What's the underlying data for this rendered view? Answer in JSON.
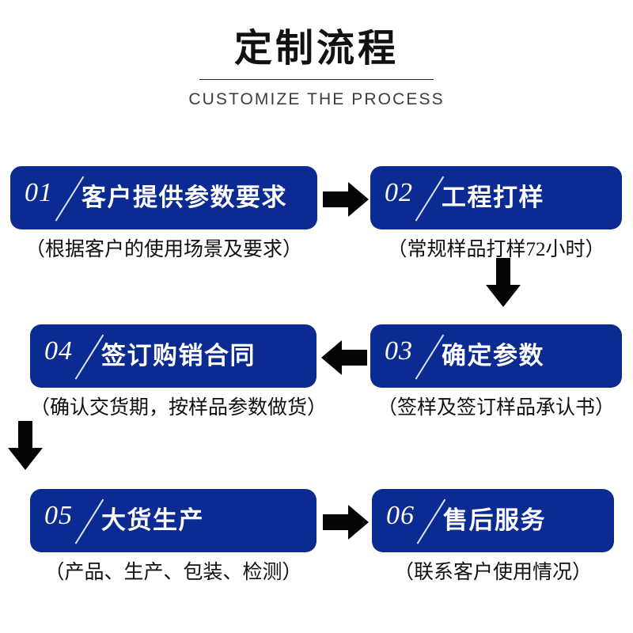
{
  "header": {
    "title": "定制流程",
    "subtitle": "CUSTOMIZE THE PROCESS"
  },
  "theme": {
    "box_blue": "#0b2a92",
    "arrow_black": "#050505",
    "text_dark": "#111111",
    "text_white": "#ffffff",
    "background": "#ffffff"
  },
  "flow": {
    "rows": [
      {
        "steps": [
          {
            "number": "01",
            "title": "客户提供参数要求",
            "caption": "（根据客户的使用场景及要求）"
          },
          {
            "number": "02",
            "title": "工程打样",
            "caption": "（常规样品打样72小时）"
          }
        ],
        "connector": {
          "icon": "arrow-right-icon",
          "direction": "right"
        }
      },
      {
        "steps": [
          {
            "number": "04",
            "title": "签订购销合同",
            "caption": "（确认交货期，按样品参数做货）"
          },
          {
            "number": "03",
            "title": "确定参数",
            "caption": "（签样及签订样品承认书）"
          }
        ],
        "connector": {
          "icon": "arrow-left-icon",
          "direction": "left"
        }
      },
      {
        "steps": [
          {
            "number": "05",
            "title": "大货生产",
            "caption": "（产品、生产、包装、检测）"
          },
          {
            "number": "06",
            "title": "售后服务",
            "caption": "（联系客户使用情况）"
          }
        ],
        "connector": {
          "icon": "arrow-right-icon",
          "direction": "right"
        }
      }
    ],
    "vertical_connectors": [
      {
        "icon": "arrow-down-icon",
        "direction": "down",
        "side": "right"
      },
      {
        "icon": "arrow-down-icon",
        "direction": "down",
        "side": "left"
      }
    ]
  }
}
